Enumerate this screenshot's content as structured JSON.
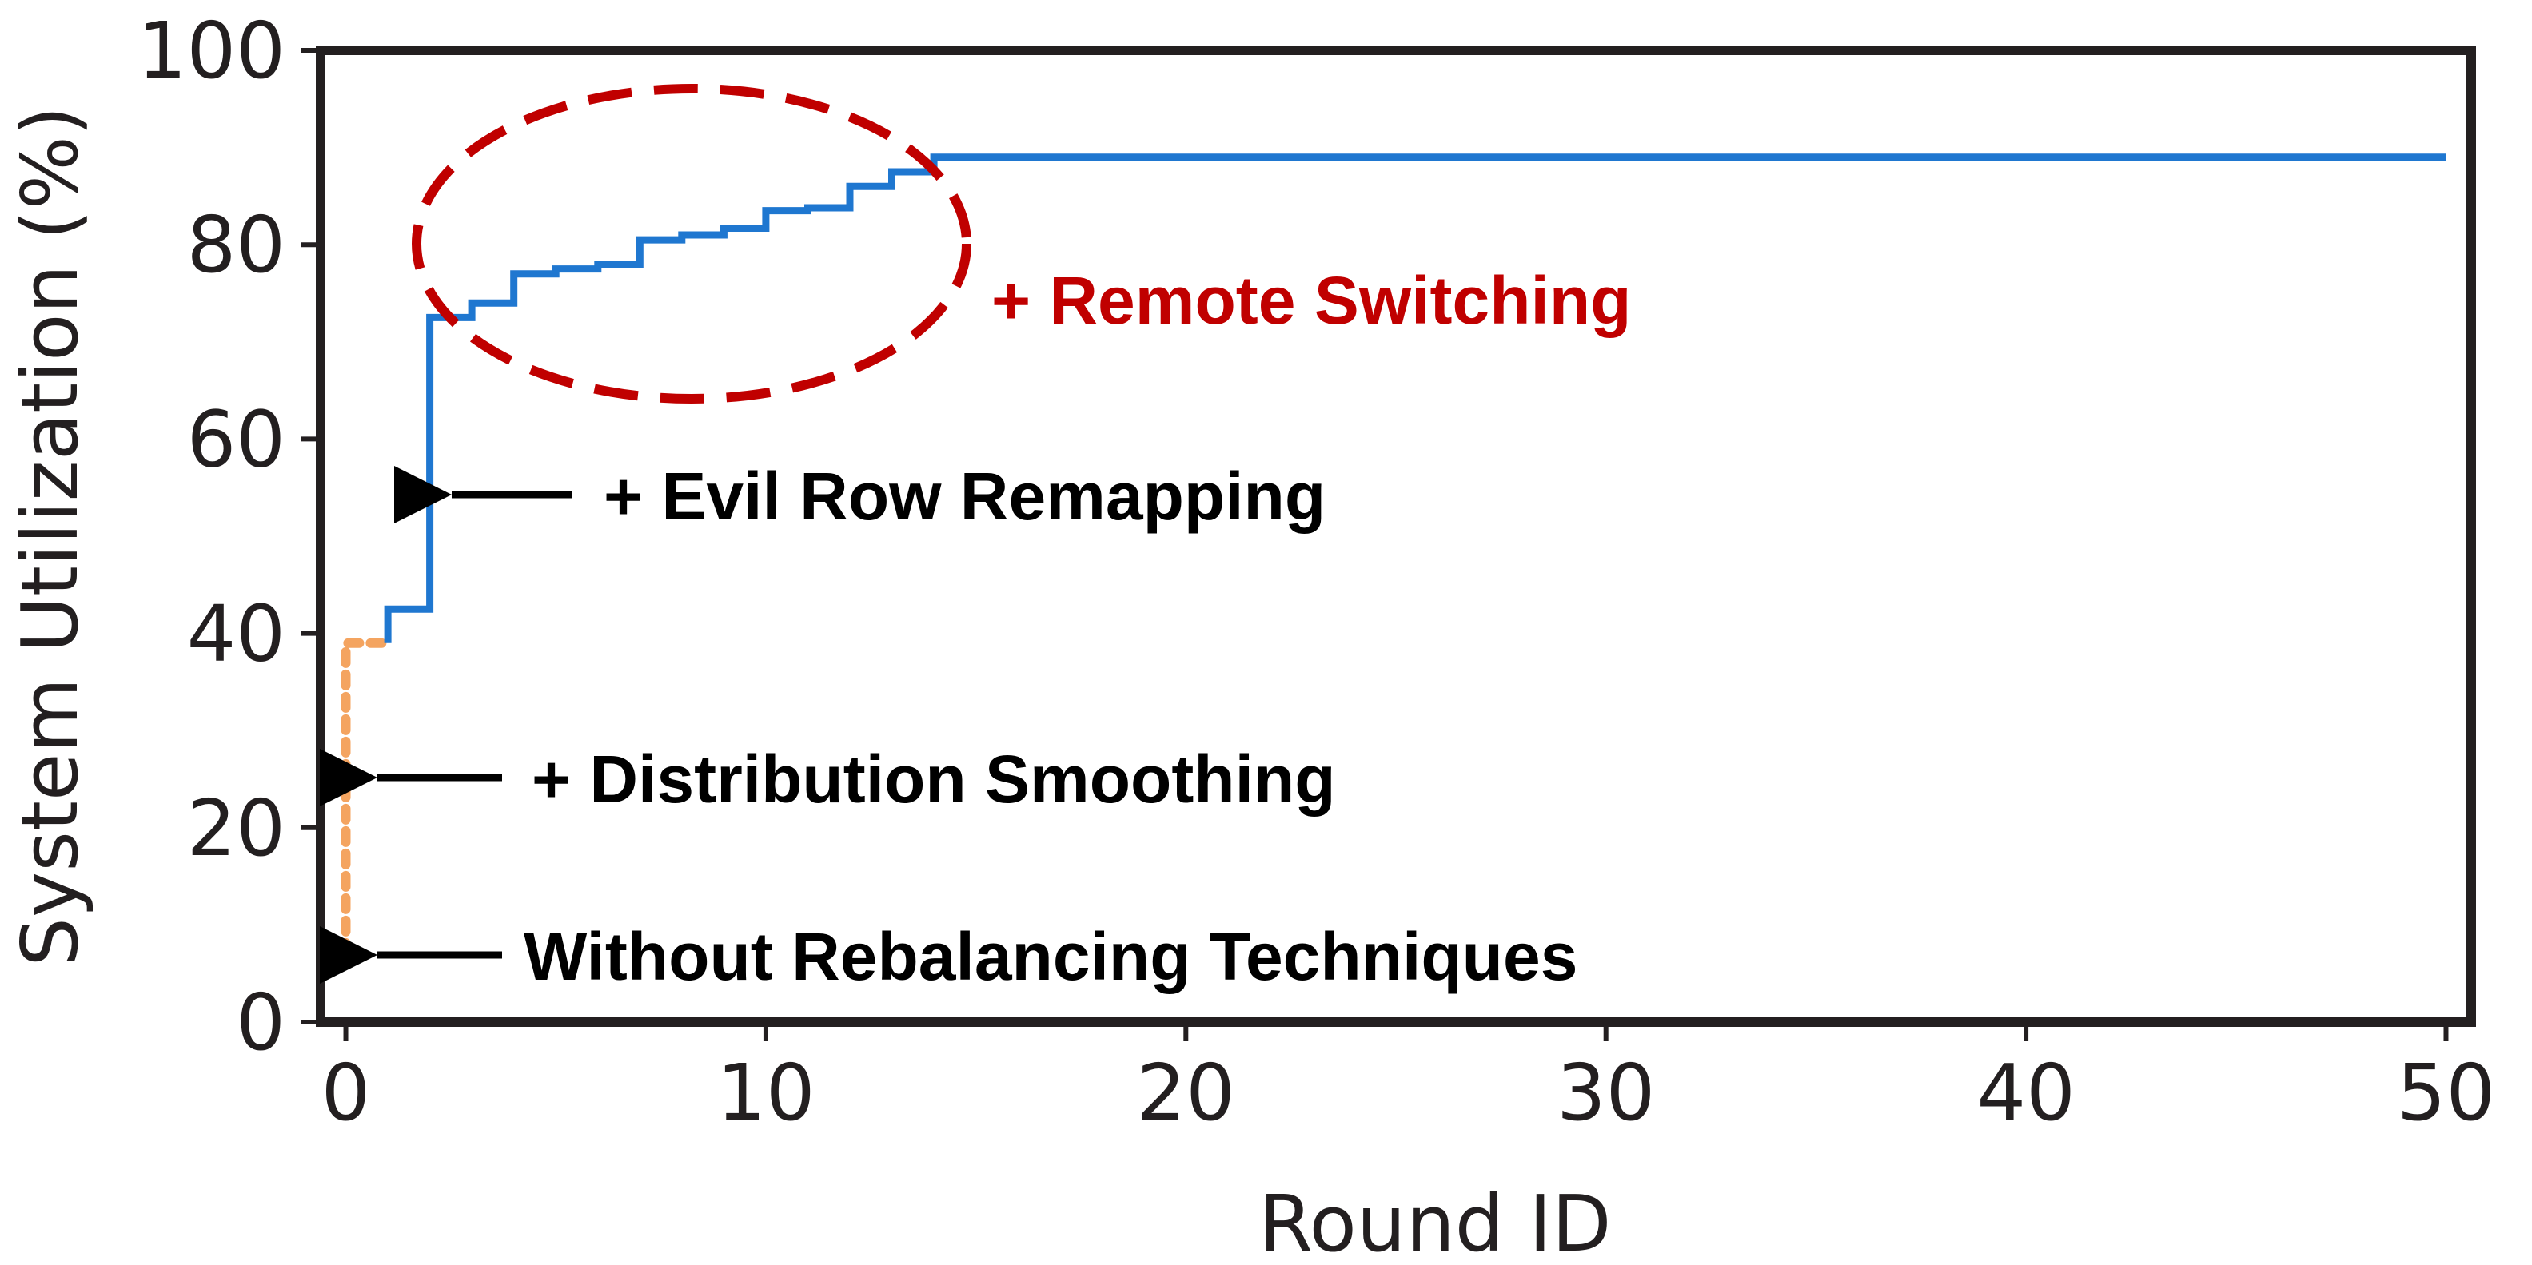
{
  "chart_data": {
    "type": "line",
    "title": "",
    "xlabel": "Round ID",
    "ylabel": "System Utilization (%)",
    "xlim": [
      -0.6,
      50.6
    ],
    "ylim": [
      0,
      100
    ],
    "xticks": [
      0,
      10,
      20,
      30,
      40,
      50
    ],
    "yticks": [
      0,
      20,
      40,
      60,
      80,
      100
    ],
    "grid": false,
    "legend": "none",
    "series": [
      {
        "style": "dotted",
        "color": "#f4a460",
        "x": [
          0,
          0,
          1
        ],
        "y": [
          7,
          39,
          39
        ]
      },
      {
        "style": "solid-step",
        "color": "#1f77d0",
        "x": [
          1,
          1,
          2,
          2,
          3,
          3,
          4,
          4,
          5,
          5,
          6,
          6,
          7,
          7,
          8,
          8,
          9,
          9,
          10,
          10,
          11,
          11,
          12,
          12,
          13,
          13,
          14,
          14,
          50
        ],
        "y": [
          39,
          42.5,
          42.5,
          72.5,
          72.5,
          74,
          74,
          77,
          77,
          77.5,
          77.5,
          78,
          78,
          80.5,
          80.5,
          81,
          81,
          81.7,
          81.7,
          83.5,
          83.5,
          83.8,
          83.8,
          86,
          86,
          87.5,
          87.5,
          89,
          89
        ]
      }
    ],
    "annotations": [
      {
        "text": "+ Remote Switching",
        "color": "#c00000",
        "marker": "dashed-ellipse"
      },
      {
        "text": "+ Evil Row Remapping",
        "color": "#000000",
        "arrow_to": [
          2,
          55
        ]
      },
      {
        "text": "+ Distribution Smoothing",
        "color": "#000000",
        "arrow_to": [
          0.2,
          25
        ]
      },
      {
        "text": "Without Rebalancing Techniques",
        "color": "#000000",
        "arrow_to": [
          0.2,
          7
        ]
      }
    ]
  }
}
